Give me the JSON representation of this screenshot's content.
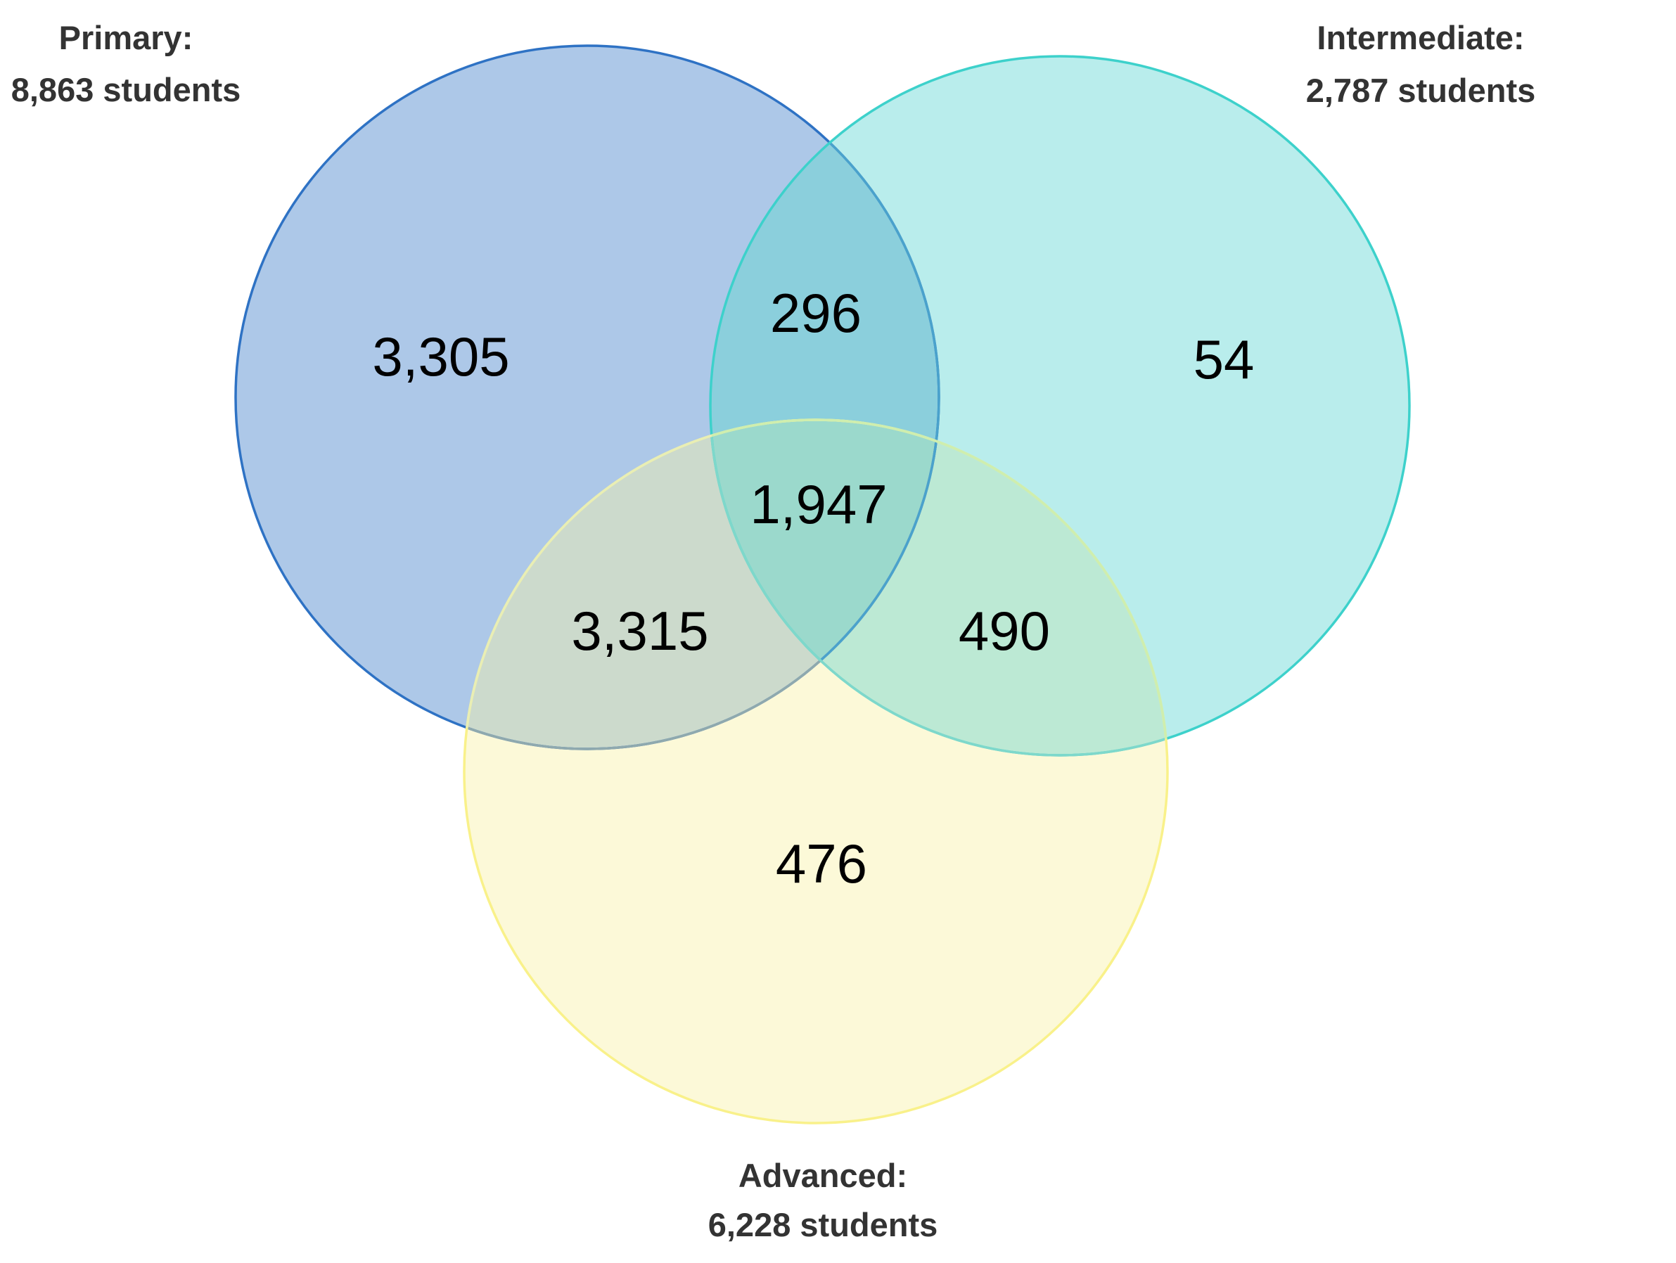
{
  "diagram": {
    "type": "venn3",
    "description": "Three-set Venn diagram of students by level"
  },
  "sets": [
    {
      "id": "primary",
      "label_line1": "Primary:",
      "label_line2": "8,863 students",
      "total": 8863,
      "stroke": "#2e72c4"
    },
    {
      "id": "intermediate",
      "label_line1": "Intermediate:",
      "label_line2": "2,787 students",
      "total": 2787,
      "stroke": "#3dd1cb"
    },
    {
      "id": "advanced",
      "label_line1": "Advanced:",
      "label_line2": "6,228 students",
      "total": 6228,
      "stroke": "#f9f18a"
    }
  ],
  "regions": [
    {
      "name": "primary_only",
      "value": "3,305",
      "count": 3305,
      "fill": "#adc8e8"
    },
    {
      "name": "intermediate_only",
      "value": "54",
      "count": 54,
      "fill": "#b9edec"
    },
    {
      "name": "advanced_only",
      "value": "476",
      "count": 476,
      "fill": "#fcf9d8"
    },
    {
      "name": "primary_intermediate",
      "value": "296",
      "count": 296,
      "fill": "#8bcfdc"
    },
    {
      "name": "primary_advanced",
      "value": "3,315",
      "count": 3315,
      "fill": "#ccdacc"
    },
    {
      "name": "intermediate_advanced",
      "value": "490",
      "count": 490,
      "fill": "#bce9d4"
    },
    {
      "name": "primary_intermediate_advanced",
      "value": "1,947",
      "count": 1947,
      "fill": "#9bd9cc"
    }
  ],
  "colors": {
    "label_text": "#333333",
    "value_text": "#000000",
    "background": "#ffffff"
  }
}
